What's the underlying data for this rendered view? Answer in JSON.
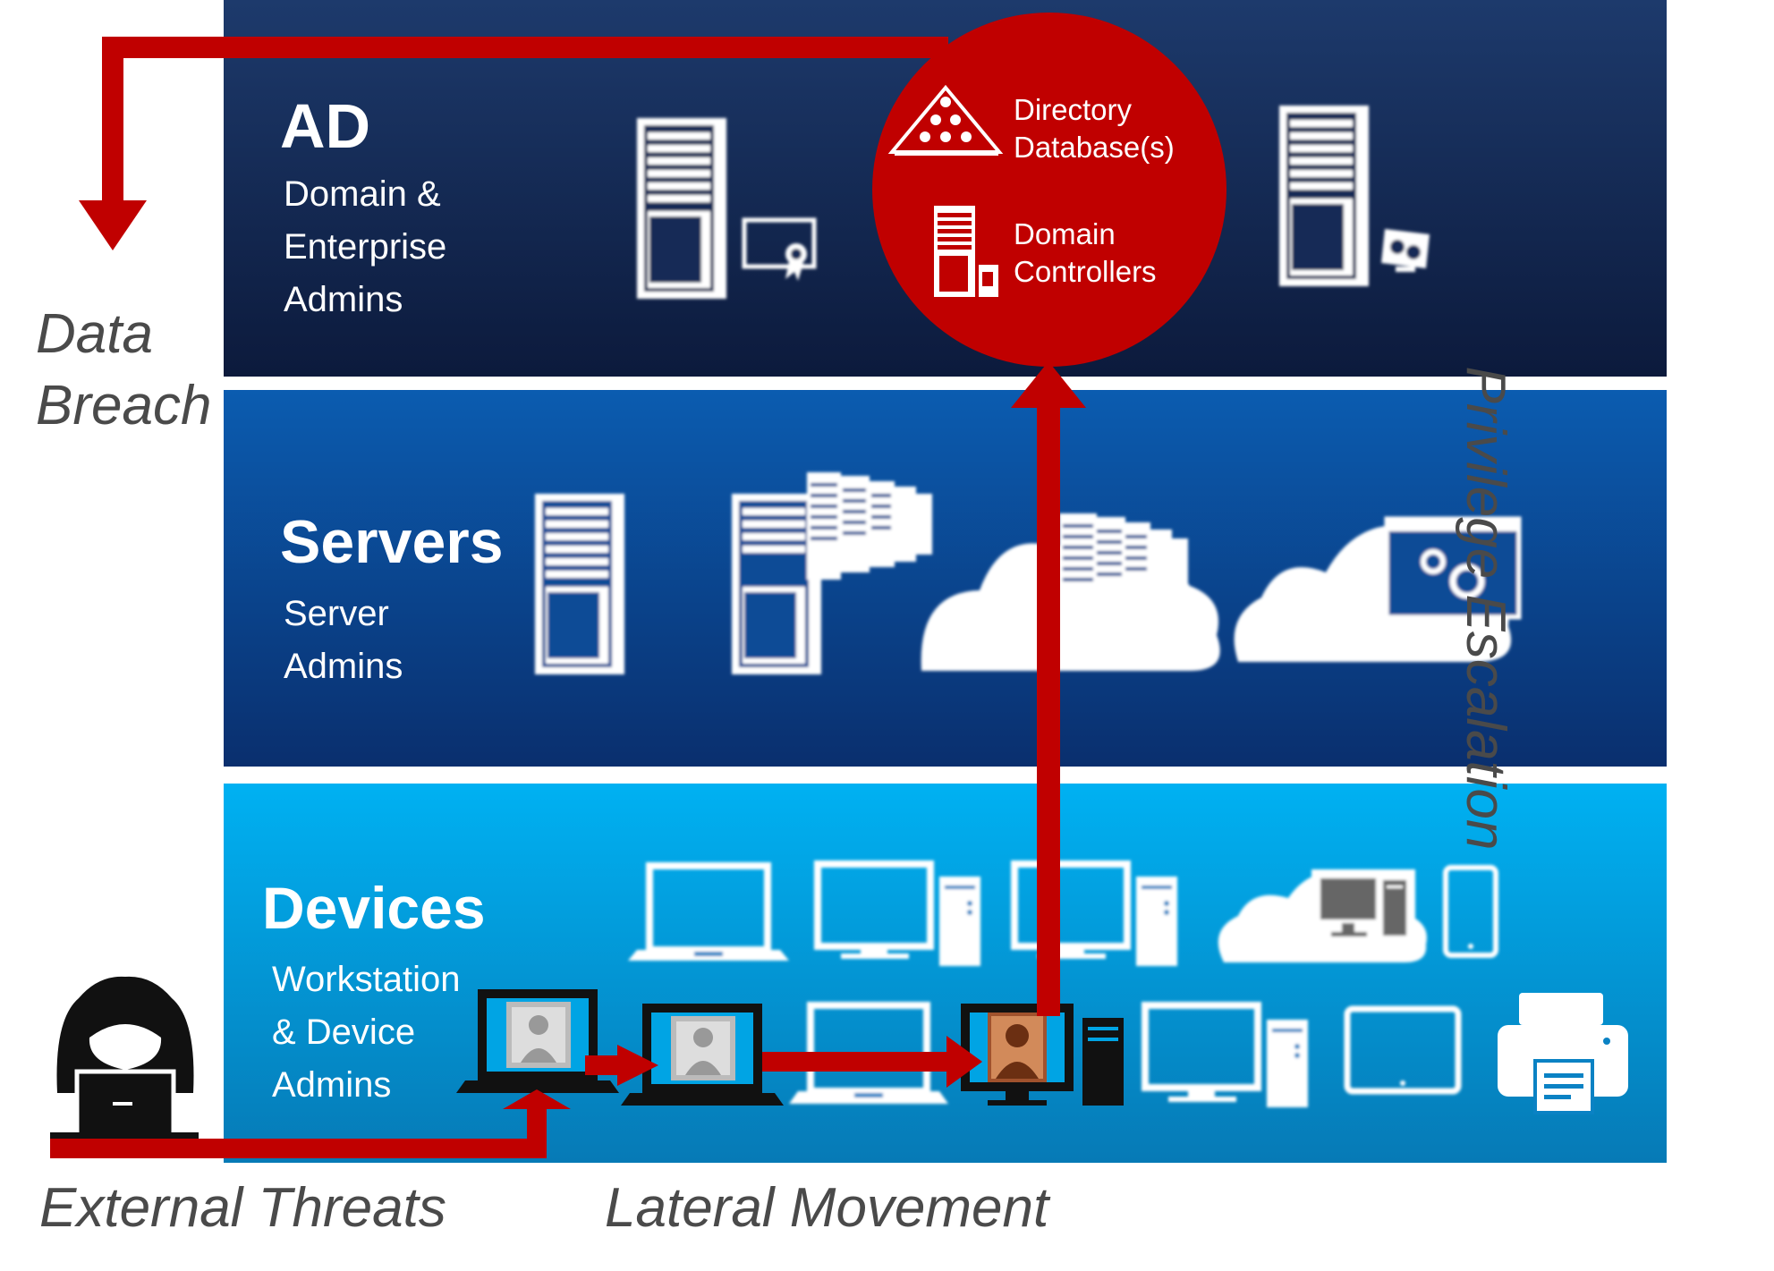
{
  "tiers": {
    "ad": {
      "title": "AD",
      "subtitle": [
        "Domain &",
        "Enterprise",
        "Admins"
      ]
    },
    "servers": {
      "title": "Servers",
      "subtitle": [
        "Server",
        "Admins"
      ]
    },
    "devices": {
      "title": "Devices",
      "subtitle": [
        "Workstation",
        "& Device",
        "Admins"
      ]
    }
  },
  "ad_callout": {
    "database_label": [
      "Directory",
      "Database(s)"
    ],
    "controllers_label": [
      "Domain",
      "Controllers"
    ]
  },
  "labels": {
    "data_breach": [
      "Data",
      "Breach"
    ],
    "external_threats": "External Threats",
    "lateral_movement": "Lateral Movement",
    "privilege_escalation": "Privilege Escalation"
  },
  "colors": {
    "attack_path": "#c00000",
    "ad_tier": "#142c57",
    "servers_tier": "#0a4a94",
    "devices_tier": "#0396d6",
    "side_text": "#4a4a4a"
  },
  "icons": {
    "ad": [
      "server-certificate-icon",
      "directory-database-icon",
      "domain-controller-icon",
      "server-management-icon"
    ],
    "servers": [
      "server-icon",
      "server-farm-icon",
      "cloud-servers-icon",
      "cloud-app-icon"
    ],
    "devices": [
      "laptop-icon",
      "desktop-icon",
      "desktop-icon",
      "cloud-desktop-icon",
      "tablet-icon",
      "compromised-laptop-icon",
      "compromised-laptop-icon",
      "laptop-icon",
      "compromised-desktop-icon",
      "desktop-icon",
      "tablet-icon",
      "printer-icon",
      "hacker-icon"
    ]
  }
}
